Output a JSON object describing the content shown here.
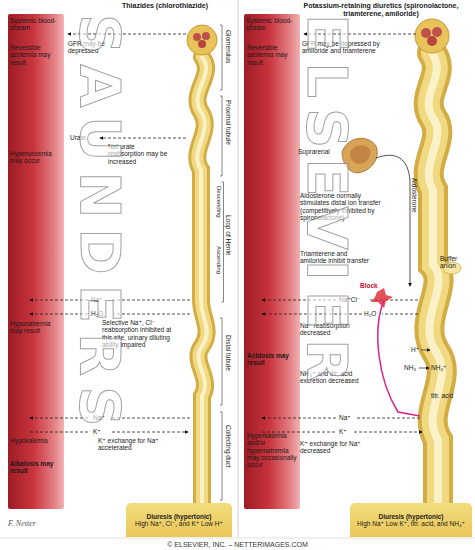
{
  "diagram": {
    "nodes": [
      {
        "text": [
          "Thiazides (chlorothiazide)"
        ]
      },
      {
        "text": [
          "Systemic blood-stream"
        ],
        "in": 0
      },
      {
        "text": [
          "Diuresis (hypertonic)",
          "High Na⁺, Cl⁻, and K⁺ Low H⁺"
        ],
        "in": 0
      },
      {
        "text": [
          "Potassium-retaining diuretics (spironolactone, triamterene, amiloride)"
        ]
      },
      {
        "text": [
          "Systemic blood-stream"
        ],
        "in": 3
      },
      {
        "text": [
          "Suprarenal"
        ],
        "in": 3
      },
      {
        "text": [
          "Diuresis (hypertonic)",
          "High Na⁺ Low K⁺, titr. acid, and NH₄⁺"
        ],
        "in": 3
      }
    ],
    "labels": [
      "Reversible azotemia may result",
      "GFR may be depressed",
      "Urate",
      "Hyperuricemia may occur",
      "Net urate reabsorption may be increased",
      "Glomerulus",
      "Proximal tubule",
      "Descending",
      "Ascending",
      "Loop of Henle",
      "Na⁺",
      "H₂O",
      "Hyponatremia may result",
      "Selective Na⁺, Cl⁻ reabsorption inhibited at this site, urinary diluting ability impaired",
      "Distal tubule",
      "Na⁺",
      "K⁺",
      "Hypokalemia",
      "K⁺ exchange for Na⁺ accelerated",
      "Alkalosis may result",
      "Collecting duct",
      "SAUNDERS",
      "F. Netter",
      "Reversible azotemia may result",
      "GFR may be depressed by amiloride and triamterene",
      "Aldosterone normally stimulates distal ion transfer (competitively inhibited by spironolactone)",
      "Aldosterone",
      "Buffer anion",
      "Triamterene and amiloride inhibit transfer",
      "Block",
      "Na⁺Cl⁻",
      "H₂O",
      "Na⁺ reabsorption decreased",
      "H⁺",
      "NH₃",
      "NH₄⁺",
      "Acidosis may result",
      "NH₄⁺ and titr. acid excretion decreased",
      "titr. acid",
      "Na⁺",
      "K⁺",
      "Hyperkalemia and/or hypernatremia may occasionally occur",
      "K⁺ exchange for Na⁺ decreased",
      "ELSEVIER",
      "© ELSEVIER, INC. – NETTERIMAGES.COM"
    ]
  }
}
